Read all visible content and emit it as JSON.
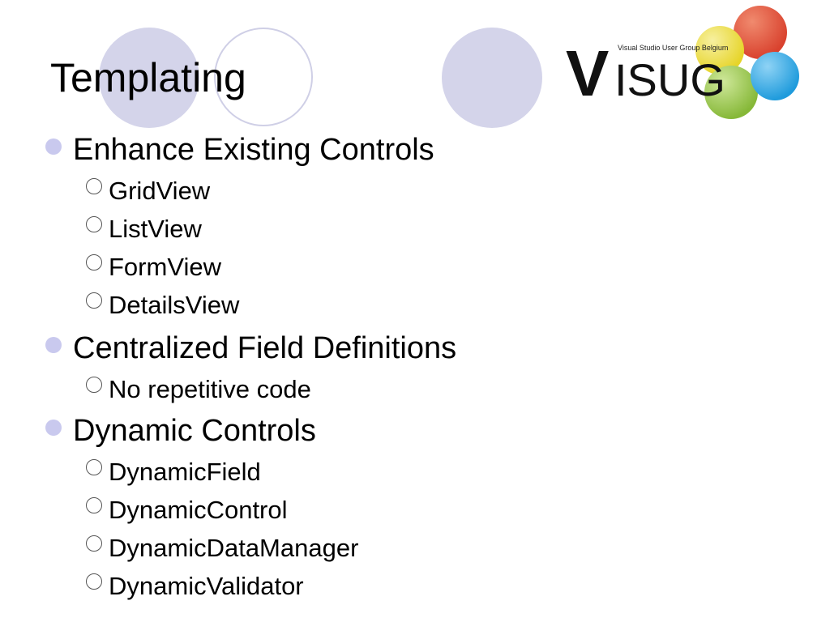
{
  "slide": {
    "title": "Templating",
    "logo": {
      "wordmark": "VISUG",
      "tagline": "Visual Studio User Group Belgium",
      "colors": {
        "red": "#d9422e",
        "yellow": "#e6d428",
        "green": "#86b838",
        "blue": "#1f9bdc"
      }
    },
    "accent_color": "#c9c9ee",
    "bullets": [
      {
        "text": "Enhance Existing Controls",
        "children": [
          "GridView",
          "ListView",
          "FormView",
          "DetailsView"
        ]
      },
      {
        "text": "Centralized Field Definitions",
        "children": [
          "No repetitive code"
        ]
      },
      {
        "text": "Dynamic Controls",
        "children": [
          "DynamicField",
          "DynamicControl",
          "DynamicDataManager",
          "DynamicValidator"
        ]
      }
    ]
  }
}
